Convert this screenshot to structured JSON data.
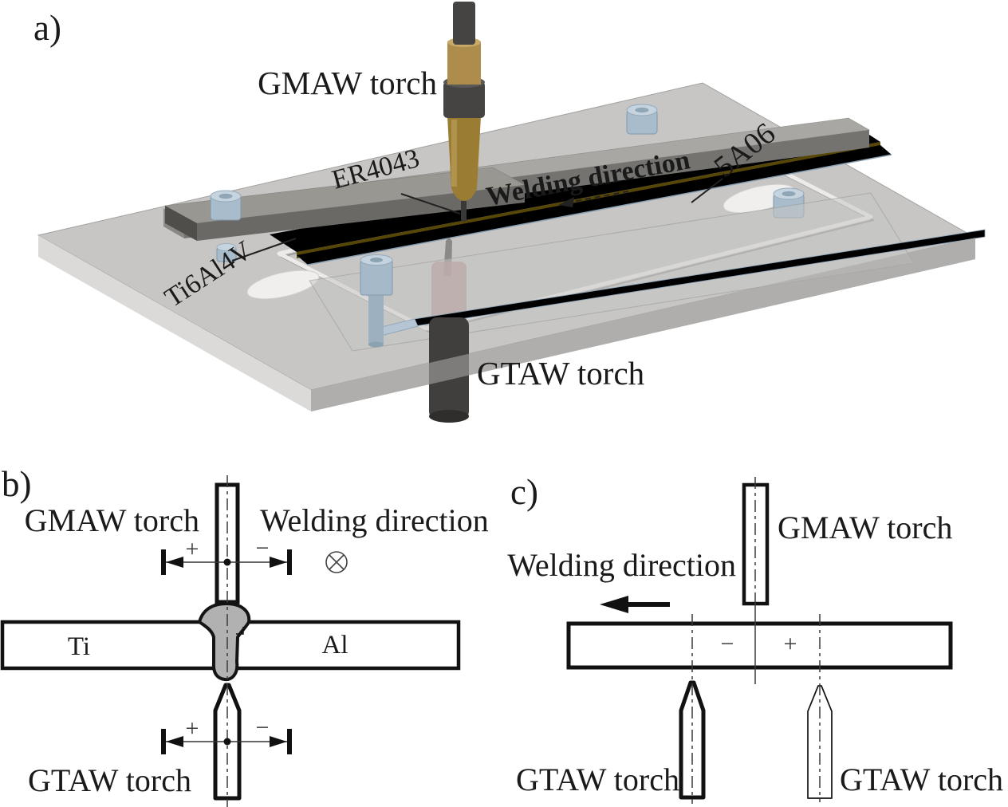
{
  "figure": {
    "panel_a": {
      "label": "a)",
      "gmaw_label": "GMAW torch",
      "gtaw_label": "GTAW torch",
      "filler_wire_label": "ER4043",
      "titanium_plate_label": "Ti6Al4V",
      "aluminum_plate_label": "5A06",
      "welding_direction_label": "Welding direction"
    },
    "panel_b": {
      "label": "b)",
      "gmaw_label": "GMAW torch",
      "gtaw_label": "GTAW torch",
      "welding_direction_label": "Welding direction",
      "into_page_symbol": "⊗",
      "ti_plate_label": "Ti",
      "al_plate_label": "Al",
      "gmaw_polarity_plus": "+",
      "gmaw_polarity_minus": "−",
      "gtaw_polarity_plus": "+",
      "gtaw_polarity_minus": "−"
    },
    "panel_c": {
      "label": "c)",
      "gmaw_label": "GMAW torch",
      "gtaw_label_active": "GTAW torch",
      "gtaw_label_alternate": "GTAW torch",
      "welding_direction_label": "Welding direction",
      "polarity_minus": "−",
      "polarity_plus": "+"
    },
    "colors": {
      "fixture_gray": "#c7c6c4",
      "clamp_bar_gray": "#a9a7a3",
      "titanium_plate_gold": "#a08422",
      "titanium_edge_dark": "#564608",
      "aluminum_plate_blue": "#b8c8d6",
      "bolt_blue": "#a9bccb",
      "brass": "#ae8c4c",
      "brass_nozzle": "#9a7c33",
      "torch_dark": "#454442",
      "gtaw_body_dark": "#403f3d",
      "collet_pink": "#b28f8f",
      "line_black": "#111111"
    }
  }
}
